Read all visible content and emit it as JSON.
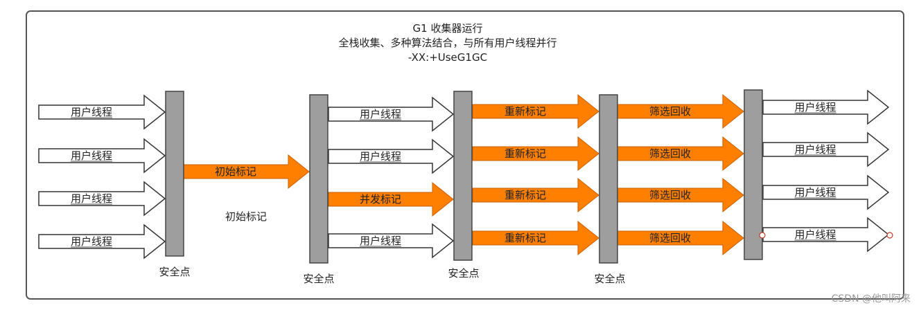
{
  "title": {
    "line1": "G1 收集器运行",
    "line2": "全栈收集、多种算法结合，与所有用户线程并行",
    "line3": "-XX:+UseG1GC"
  },
  "labels": {
    "user_thread": "用户线程",
    "initial_mark": "初始标记",
    "concurrent_mark": "并发标记",
    "remark": "重新标记",
    "cleanup": "筛选回收",
    "safepoint": "安全点"
  },
  "initial_mark_note": "初始标记",
  "watermark": "CSDN @他叫阿来",
  "colors": {
    "orange": "#ff7f00",
    "bar_gray": "#9e9e9e",
    "outline": "#333333",
    "frame": "#555555"
  }
}
